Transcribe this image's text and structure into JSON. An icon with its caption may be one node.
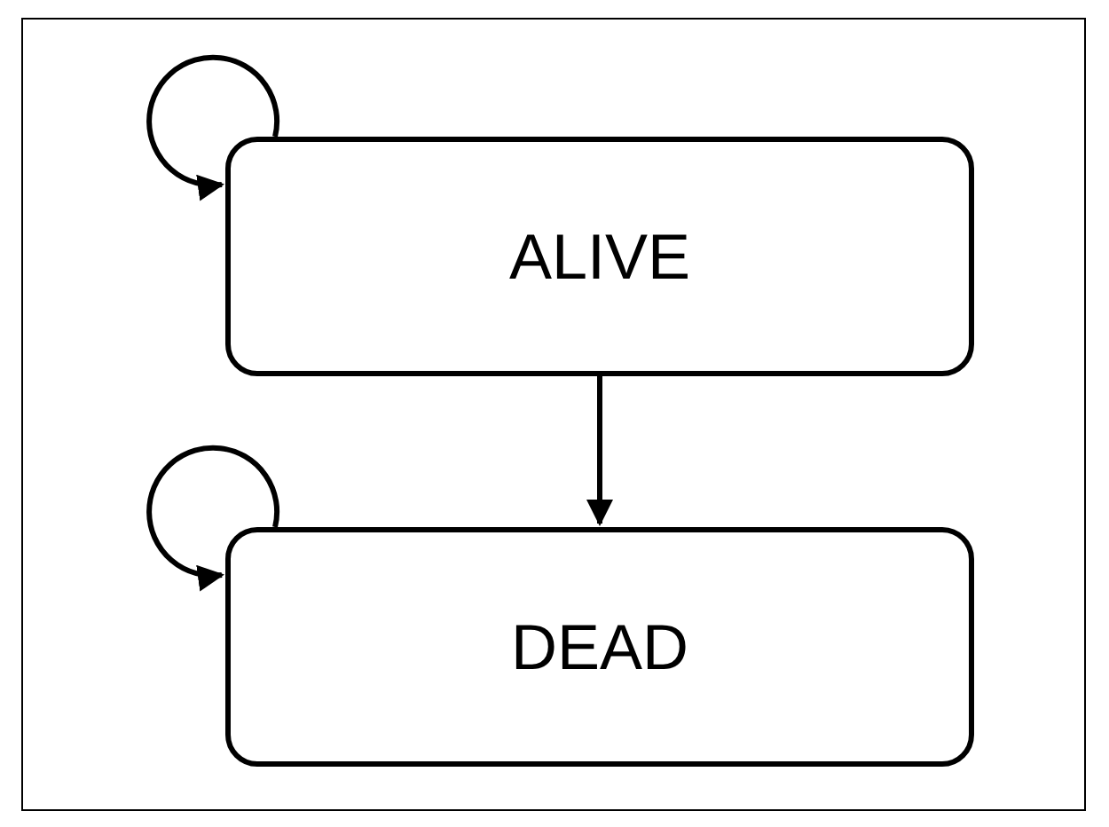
{
  "diagram": {
    "nodes": [
      {
        "text": [
          "ALIVE"
        ]
      },
      {
        "text": [
          "DEAD"
        ]
      }
    ],
    "edges": [
      {
        "from": 0,
        "to": 0,
        "arrow": "to"
      },
      {
        "from": 0,
        "to": 1,
        "arrow": "to"
      },
      {
        "from": 1,
        "to": 1,
        "arrow": "to"
      }
    ]
  }
}
